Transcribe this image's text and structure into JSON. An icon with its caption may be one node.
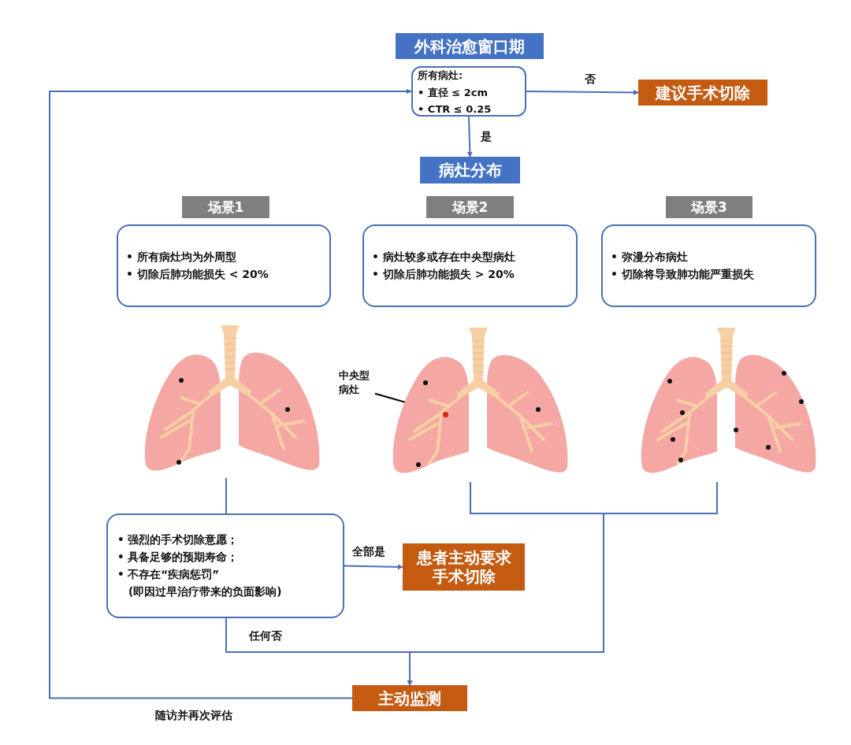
{
  "diagram": {
    "nodes": [
      {
        "text": [
          "外科治愈窗口期"
        ]
      },
      {
        "text": [
          "所有病灶:",
          "• 直径 ≤ 2cm",
          "• CTR ≤ 0.25"
        ]
      },
      {
        "text": [
          "建议手术切除"
        ]
      },
      {
        "text": [
          "病灶分布"
        ]
      },
      {
        "text": [
          "场景1"
        ]
      },
      {
        "text": [
          "• 所有病灶均为外周型",
          "• 切除后肺功能损失 < 20%"
        ]
      },
      {
        "text": [
          "场景2"
        ]
      },
      {
        "text": [
          "• 病灶较多或存在中央型病灶",
          "• 切除后肺功能损失 > 20%"
        ]
      },
      {
        "text": [
          "场景3"
        ]
      },
      {
        "text": [
          "• 弥漫分布病灶",
          "• 切除将导致肺功能严重损失"
        ]
      },
      {
        "text": [],
        "shape": "picture"
      },
      {
        "text": [
          "中央型病灶"
        ]
      },
      {
        "text": [],
        "shape": "picture"
      },
      {
        "text": [],
        "shape": "circle",
        "in": 12
      },
      {
        "text": [],
        "shape": "picture"
      },
      {
        "text": [
          "• 强烈的手术切除意愿；",
          "• 具备足够的预期寿命；",
          "• 不存在“疾病惩罚”",
          "(即因过早治疗带来的负面影响)"
        ]
      },
      {
        "text": [
          "患者主动要求手术切除"
        ]
      },
      {
        "text": [
          "主动监测"
        ]
      }
    ],
    "edges": [
      {
        "from": 1,
        "to": 2,
        "arrow": "to",
        "label": "否"
      },
      {
        "from": 1,
        "to": 3,
        "arrow": "to",
        "label": "是"
      },
      {
        "from": 10,
        "to": 15,
        "arrow": "none"
      },
      {
        "from": 15,
        "to": 16,
        "arrow": "to",
        "label": "全部是"
      },
      {
        "from": 15,
        "to": 17,
        "arrow": "to",
        "label": "任何否"
      },
      {
        "from": 12,
        "to": 17,
        "arrow": "to"
      },
      {
        "from": 14,
        "to": 17,
        "arrow": "to"
      },
      {
        "from": 17,
        "to": 1,
        "arrow": "to",
        "label": "随访并再次评估"
      },
      {
        "from": 11,
        "to": 13,
        "arrow": "to",
        "color": "#000000"
      }
    ]
  }
}
